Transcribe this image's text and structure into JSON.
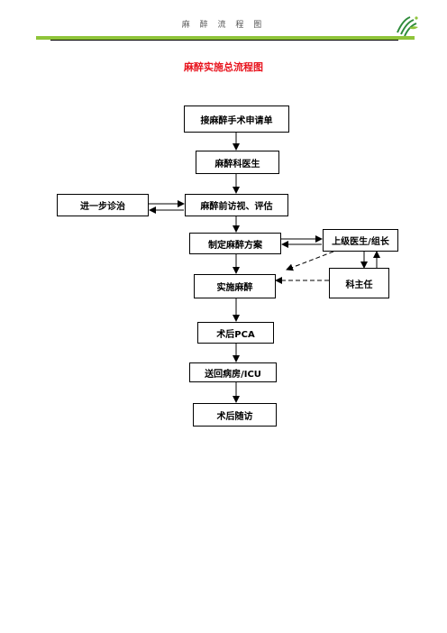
{
  "header": {
    "title": "麻 醉 流 程 图"
  },
  "page_title": "麻醉实施总流程图",
  "nodes": {
    "receive": "接麻醉手术申请单",
    "anesthesiologist": "麻醉科医生",
    "pre_visit": "麻醉前访视、评估",
    "further_treatment": "进一步诊治",
    "plan": "制定麻醉方案",
    "senior": "上级医生/组长",
    "perform": "实施麻醉",
    "director": "科主任",
    "pca": "术后PCA",
    "ward": "送回病房/ICU",
    "followup": "术后随访"
  },
  "colors": {
    "title": "#e8141e",
    "rule": "#8fc43a",
    "logo": "#2e8b3a"
  }
}
